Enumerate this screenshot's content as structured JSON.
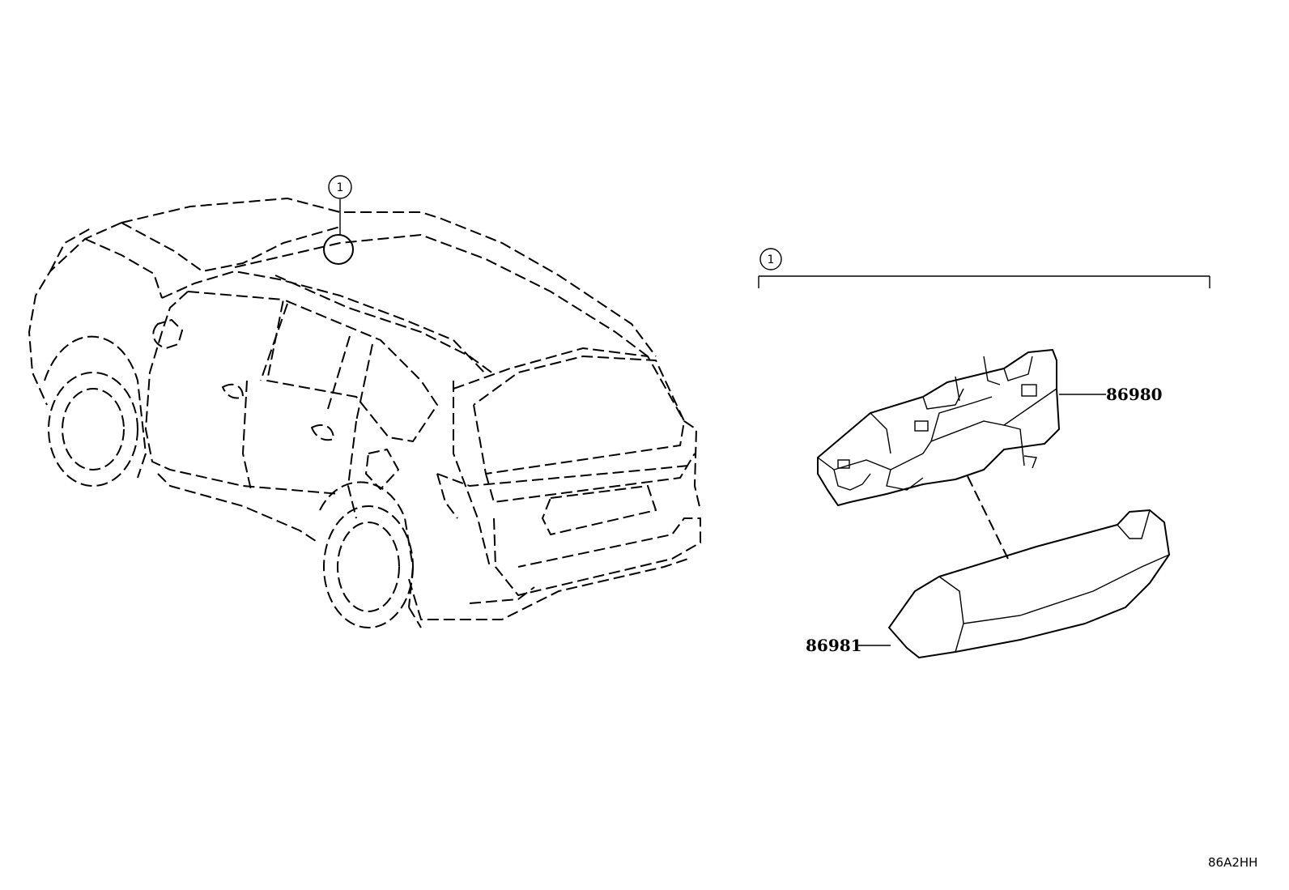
{
  "diagram": {
    "callouts": {
      "vehicle_ref": "1",
      "assembly_ref": "1"
    },
    "parts": {
      "camera": "86980",
      "cover": "86981"
    },
    "figure_code": "86A2HH"
  }
}
